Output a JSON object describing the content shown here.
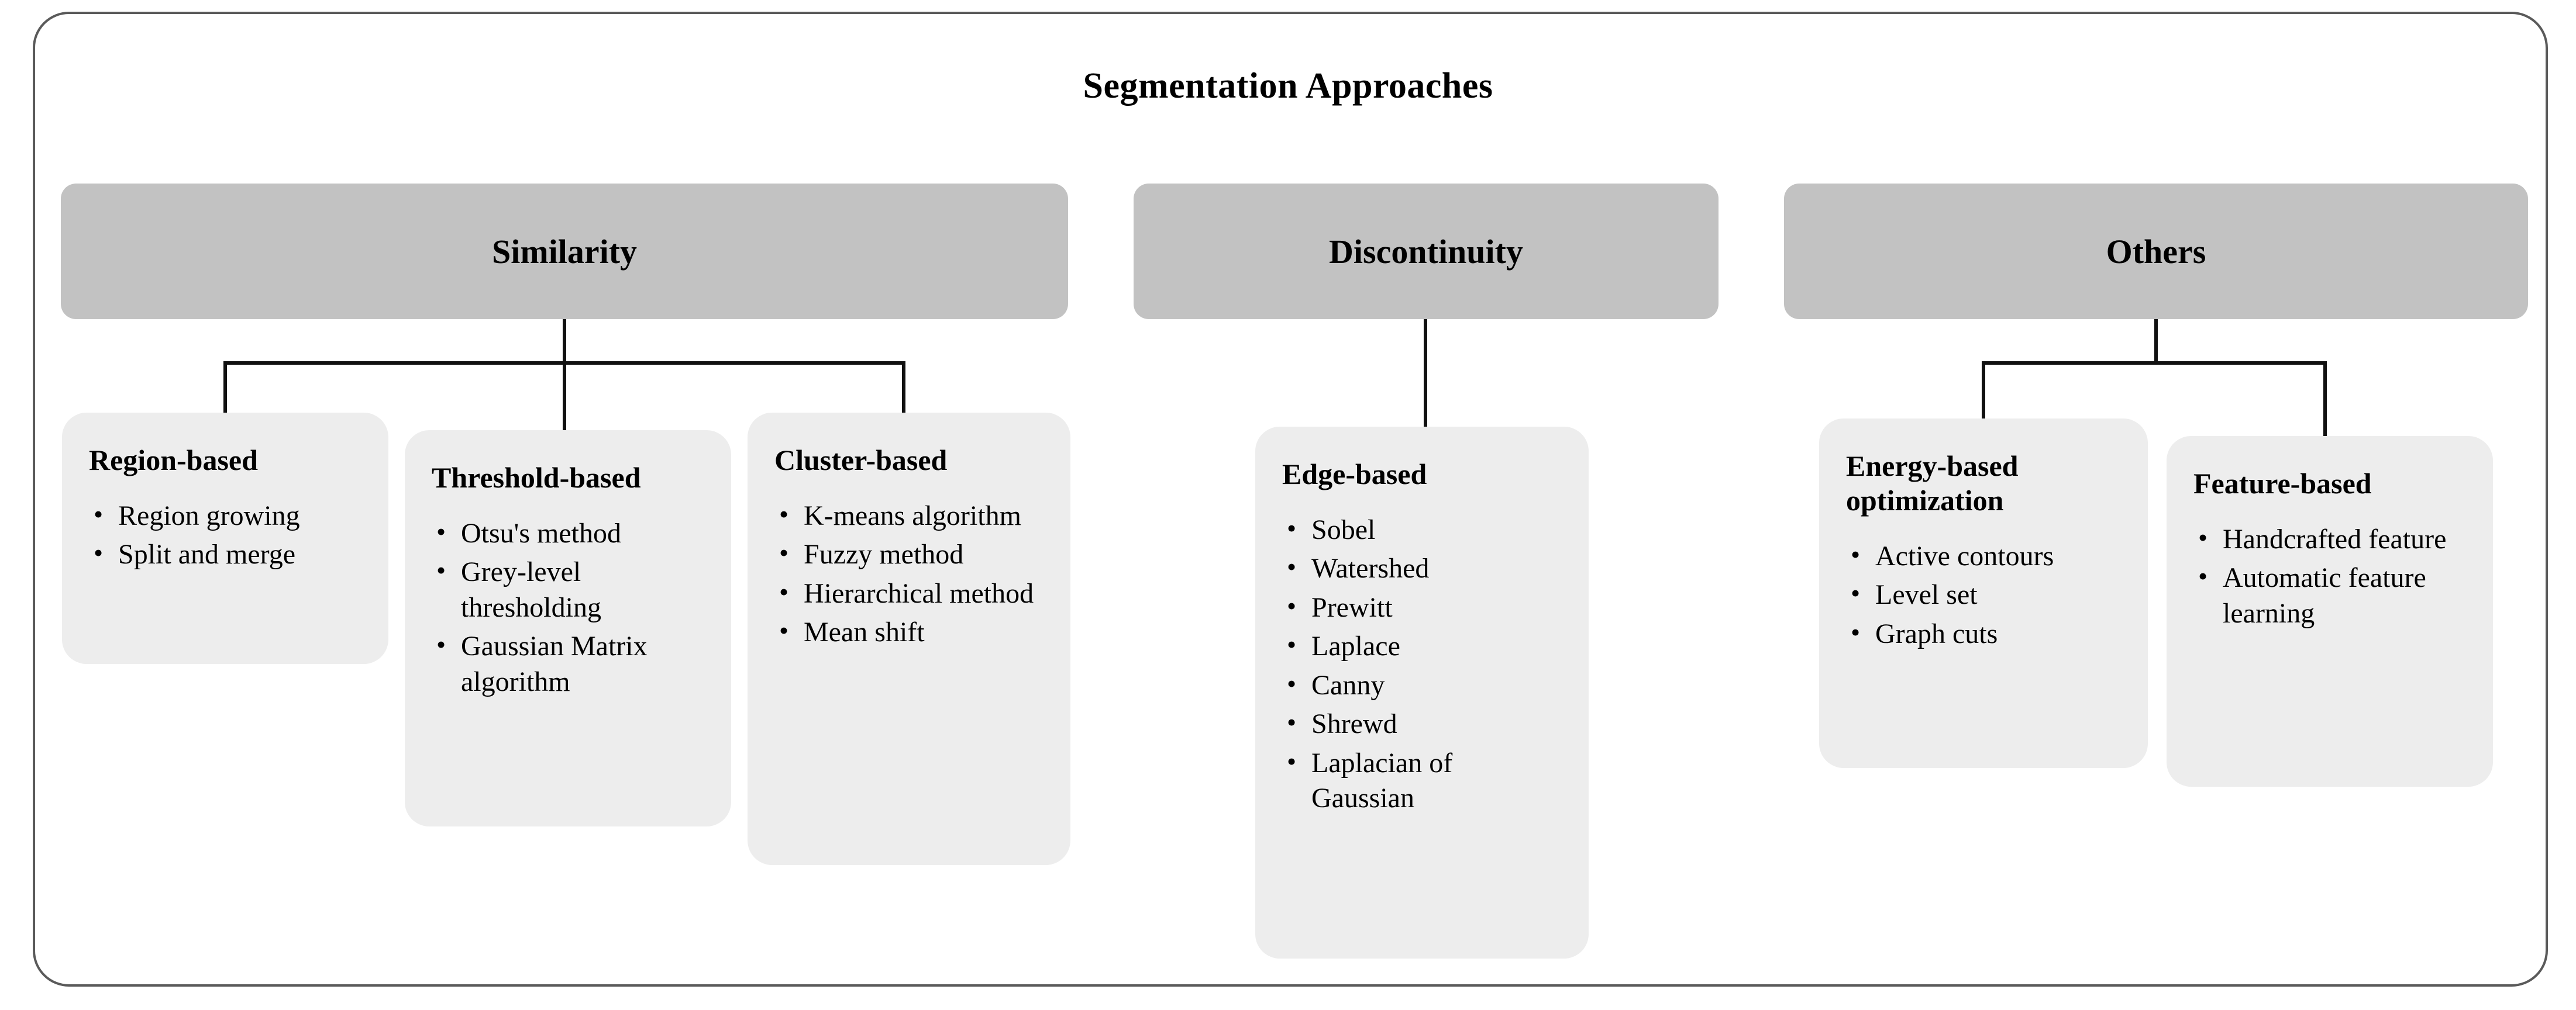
{
  "diagram": {
    "title": "Segmentation Approaches",
    "colors": {
      "frame_border": "#5a5a5a",
      "category_header_fill": "#c2c2c2",
      "leaf_box_fill": "#ededed",
      "connector_line": "#111111",
      "text": "#000000",
      "background": "#ffffff"
    },
    "categories": [
      {
        "id": "similarity",
        "label": "Similarity",
        "children": [
          {
            "id": "region-based",
            "title": "Region-based",
            "items": [
              "Region growing",
              "Split and merge"
            ]
          },
          {
            "id": "threshold-based",
            "title": "Threshold-based",
            "items": [
              "Otsu's method",
              "Grey-level thresholding",
              "Gaussian Matrix algorithm"
            ]
          },
          {
            "id": "cluster-based",
            "title": "Cluster-based",
            "items": [
              "K-means algorithm",
              "Fuzzy method",
              "Hierarchical method",
              "Mean shift"
            ]
          }
        ]
      },
      {
        "id": "discontinuity",
        "label": "Discontinuity",
        "children": [
          {
            "id": "edge-based",
            "title": "Edge-based",
            "items": [
              "Sobel",
              "Watershed",
              "Prewitt",
              "Laplace",
              "Canny",
              "Shrewd",
              "Laplacian of Gaussian"
            ]
          }
        ]
      },
      {
        "id": "others",
        "label": "Others",
        "children": [
          {
            "id": "energy-based-optimization",
            "title": "Energy-based optimization",
            "items": [
              "Active contours",
              "Level set",
              "Graph cuts"
            ]
          },
          {
            "id": "feature-based",
            "title": "Feature-based",
            "items": [
              "Handcrafted feature",
              "Automatic feature learning"
            ]
          }
        ]
      }
    ]
  }
}
